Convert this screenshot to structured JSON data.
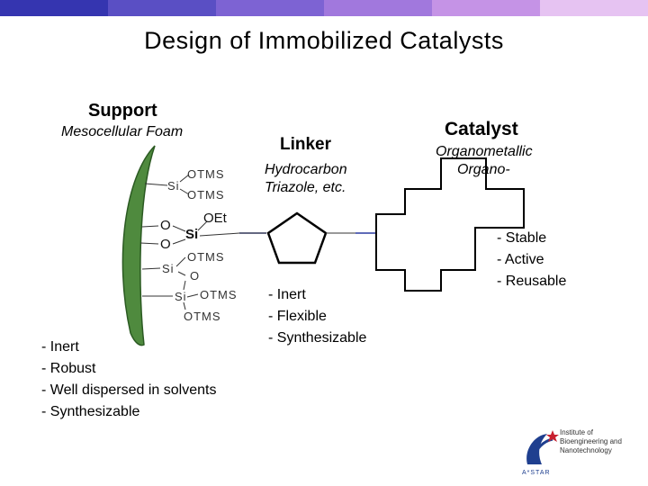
{
  "colors": {
    "topbar": [
      "#3535b0",
      "#5a4fc4",
      "#7d63d3",
      "#a178dd",
      "#c593e6",
      "#e6c3f2"
    ],
    "support_fill": "#4f8a3e",
    "logo_blue": "#1f3f8f",
    "logo_red": "#c8202f"
  },
  "title": "Design of Immobilized Catalysts",
  "support": {
    "heading": "Support",
    "subtitle": "Mesocellular Foam",
    "properties": [
      "- Inert",
      "- Robust",
      "- Well dispersed in solvents",
      "- Synthesizable"
    ]
  },
  "linker": {
    "heading": "Linker",
    "subtitle_line1": "Hydrocarbon",
    "subtitle_line2": "Triazole, etc.",
    "properties": [
      "- Inert",
      "- Flexible",
      "- Synthesizable"
    ]
  },
  "catalyst": {
    "heading": "Catalyst",
    "subtitle_line1": "Organometallic",
    "subtitle_line2": "Organo-",
    "properties": [
      "- Stable",
      "- Active",
      "- Reusable"
    ]
  },
  "chemistry": {
    "si_top": "Si",
    "otms_1": "OTMS",
    "otms_2": "OTMS",
    "o_1": "O",
    "o_2": "O",
    "oet": "OEt",
    "si_mid": "Si",
    "si_lower": "Si",
    "otms_3": "OTMS",
    "o_3": "O",
    "si_bottom": "Si",
    "otms_4": "OTMS",
    "otms_5": "OTMS"
  },
  "logo": {
    "line1": "Institute of",
    "line2": "Bioengineering and",
    "line3": "Nanotechnology",
    "brand": "A*STAR",
    "icon": "astar-logo-icon"
  }
}
